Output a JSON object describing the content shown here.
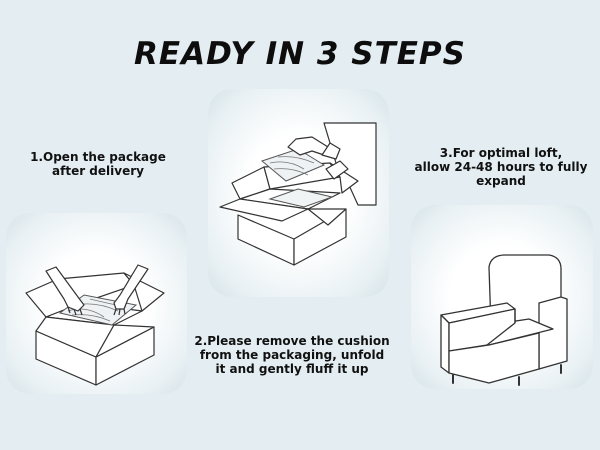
{
  "title": "READY IN 3 STEPS",
  "steps": [
    {
      "lines": [
        "1.Open the package",
        "after delivery"
      ],
      "illustration": "hands-opening-box"
    },
    {
      "lines": [
        "2.Please remove the cushion",
        "from the packaging, unfold",
        "it and gently fluff it up"
      ],
      "illustration": "person-lifting-cushion-from-box"
    },
    {
      "lines": [
        "3.For optimal loft,",
        "allow 24-48 hours to fully",
        "expand"
      ],
      "illustration": "armchair"
    }
  ],
  "colors": {
    "background": "#e4eef2",
    "card_center": "#ffffff",
    "line_art": "#333333"
  }
}
